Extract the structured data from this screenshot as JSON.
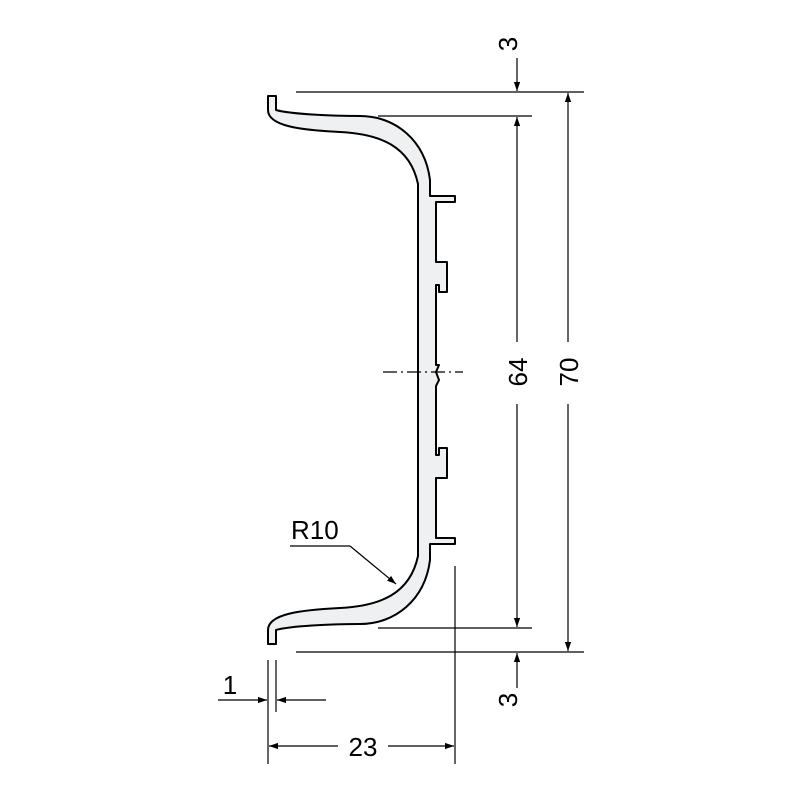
{
  "dimensions": {
    "top_offset": "3",
    "inner_height": "64",
    "total_height": "70",
    "radius": "R10",
    "bottom_offset": "3",
    "wall_thickness": "1",
    "depth": "23"
  },
  "colors": {
    "line": "#000000",
    "profile_fill": "#eef0f2",
    "background": "#ffffff"
  }
}
